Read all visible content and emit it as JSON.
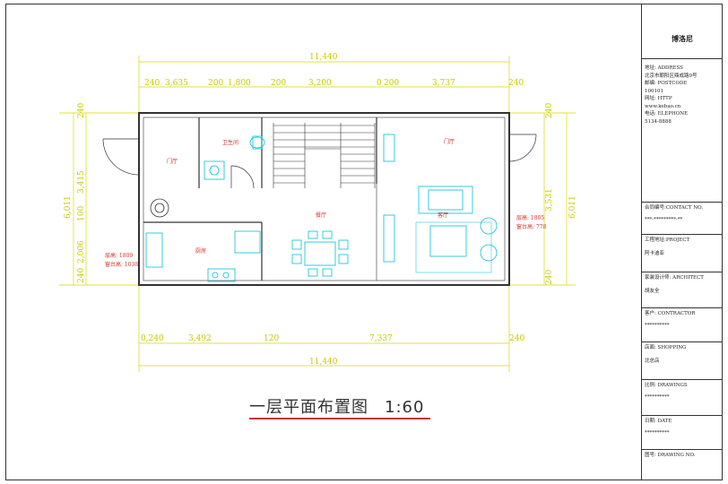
{
  "drawing": {
    "title": "一层平面布置图",
    "scale": "1:60",
    "dims": {
      "total_top": "11,440",
      "total_bottom": "11,440",
      "top_segments": [
        "240",
        "3,635",
        "200",
        "1,800",
        "200",
        "3,200",
        "0",
        "200",
        "3,737",
        "240"
      ],
      "bottom_segments": [
        "0,240",
        "3,492",
        "120",
        "7,337",
        "240"
      ],
      "left_total": "6,011",
      "left_segments": [
        "240",
        "3,415",
        "100",
        "2,006",
        "240"
      ],
      "right_total": "6,011",
      "right_segments": [
        "240",
        "3,531",
        "240"
      ]
    },
    "rooms": {
      "room_ul": "门厅",
      "toilet": "卫生间",
      "kitchen": "厨房",
      "dining": "餐厅",
      "room_ur": "门厅",
      "living": "客厅"
    },
    "notes": {
      "left_1": "层高: 1809",
      "left_2": "窗台高: 1038",
      "right_1": "层高: 1805",
      "right_2": "窗台高: 778"
    }
  },
  "title_block": {
    "logo": "博洛尼",
    "address_lines": [
      "地址: ADDRESS",
      "北京市朝阳区鼎成路9号",
      "邮编: POSTCODE",
      "100101",
      "网址: HTTP",
      "www.kebao.cn",
      "电话: ELEPHONE",
      "5134-8888"
    ],
    "contact_label": "合同编号:CONTACT NO.",
    "contact_value": "***-*********-**",
    "project_label": "工程地址:PROJECT",
    "project_value": "阿卡迪亚",
    "architect_label": "家装设计师: ARCHITECT",
    "architect_value": "胡友全",
    "contractor_label": "客户: CONTRACTOR",
    "contractor_value": "**********",
    "shopping_label": "店面: SHOPPING",
    "shopping_value": "北总店",
    "drawings_label": "比例: DRAWINGS",
    "drawings_value": "**********",
    "date_label": "日期: DATE",
    "date_value": "**********",
    "drawing_no_label": "图号: DRAWING NO."
  },
  "colors": {
    "wall": "#333333",
    "dimension": "#c8c800",
    "furniture": "#00c0d8",
    "label": "#d4322a",
    "title_underline": "#cc3333"
  }
}
